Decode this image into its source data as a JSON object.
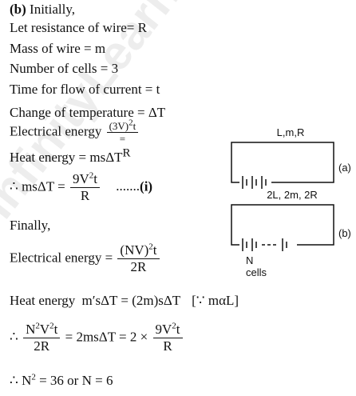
{
  "heading": {
    "label": "(b)",
    "text": "Initially,"
  },
  "lines": {
    "l1": "Let resistance of wire= R",
    "l2": "Mass of wire = m",
    "l3": "Number of cells = 3",
    "l4": "Time for flow of current = t",
    "l5": "Change of temperature = ΔT"
  },
  "eq_elec": {
    "label": "Electrical energy",
    "eq": "=",
    "num": "(3V)",
    "exp": "2",
    "num_tail": "t"
  },
  "eq_heat": {
    "label": "Heat energy",
    "rhs": "= msΔT",
    "sup": "R"
  },
  "eq_i": {
    "lhs": "∴ msΔT =",
    "num": "9V",
    "exp": "2",
    "num_tail": "t",
    "den": "R",
    "dots": ".......",
    "tag": "(i)"
  },
  "finally": "Finally,",
  "eq_elec2": {
    "label": "Electrical energy =",
    "num": "(NV)",
    "exp": "2",
    "num_tail": "t",
    "den": "2R"
  },
  "eq_heat2": {
    "label": "Heat energy",
    "eq": "m′sΔT = (2m)sΔT",
    "reason": "[∵ mαL]"
  },
  "eq_final": {
    "lhs_pre": "∴",
    "num1": "N",
    "exp1": "2",
    "num1b": "V",
    "exp1b": "2",
    "num1c": "t",
    "den1": "2R",
    "mid": "= 2msΔT = 2 ×",
    "num2": "9V",
    "exp2": "2",
    "num2b": "t",
    "den2": "R"
  },
  "result": {
    "text": "∴ N",
    "exp": "2",
    "tail": "= 36 or N = 6"
  },
  "circuit_a": {
    "top_label": "L,m,R",
    "tag": "(a)"
  },
  "circuit_b": {
    "top_label": "2L, 2m, 2R",
    "tag": "(b)",
    "cells_label": "N cells"
  },
  "watermark": "InfinityLearn.com"
}
